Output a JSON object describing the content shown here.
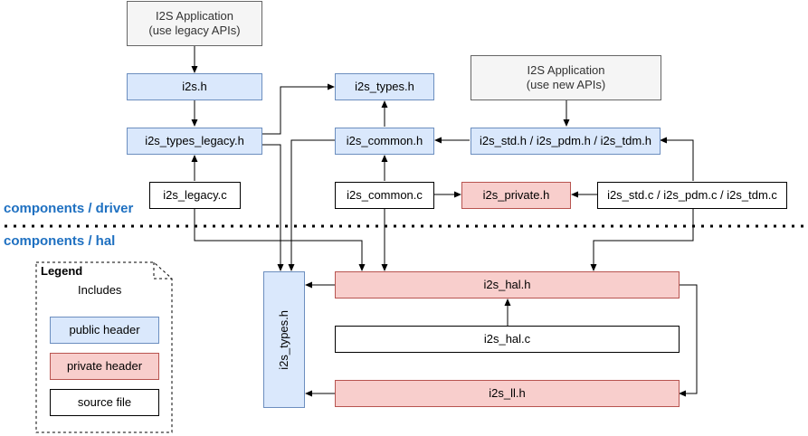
{
  "zones": {
    "driver": "components / driver",
    "hal": "components / hal"
  },
  "boxes": {
    "app_legacy": "I2S Application\n(use legacy APIs)",
    "app_new": "I2S Application\n(use new APIs)",
    "i2s_h": "i2s.h",
    "i2s_types_h": "i2s_types.h",
    "i2s_types_legacy_h": "i2s_types_legacy.h",
    "i2s_common_h": "i2s_common.h",
    "i2s_std_pdm_tdm_h": "i2s_std.h / i2s_pdm.h / i2s_tdm.h",
    "i2s_legacy_c": "i2s_legacy.c",
    "i2s_common_c": "i2s_common.c",
    "i2s_private_h": "i2s_private.h",
    "i2s_std_pdm_tdm_c": "i2s_std.c / i2s_pdm.c / i2s_tdm.c",
    "i2s_hal_h": "i2s_hal.h",
    "i2s_hal_c": "i2s_hal.c",
    "i2s_ll_h": "i2s_ll.h",
    "hal_i2s_types_h": "i2s_types.h"
  },
  "legend": {
    "title": "Legend",
    "includes": "Includes",
    "public": "public header",
    "private": "private header",
    "source": "source file"
  },
  "colors": {
    "public_fill": "#dae8fc",
    "public_stroke": "#6c8ebf",
    "private_fill": "#f8cecc",
    "private_stroke": "#b85450",
    "app_fill": "#f5f5f5",
    "zone_label": "#1e70c1"
  }
}
